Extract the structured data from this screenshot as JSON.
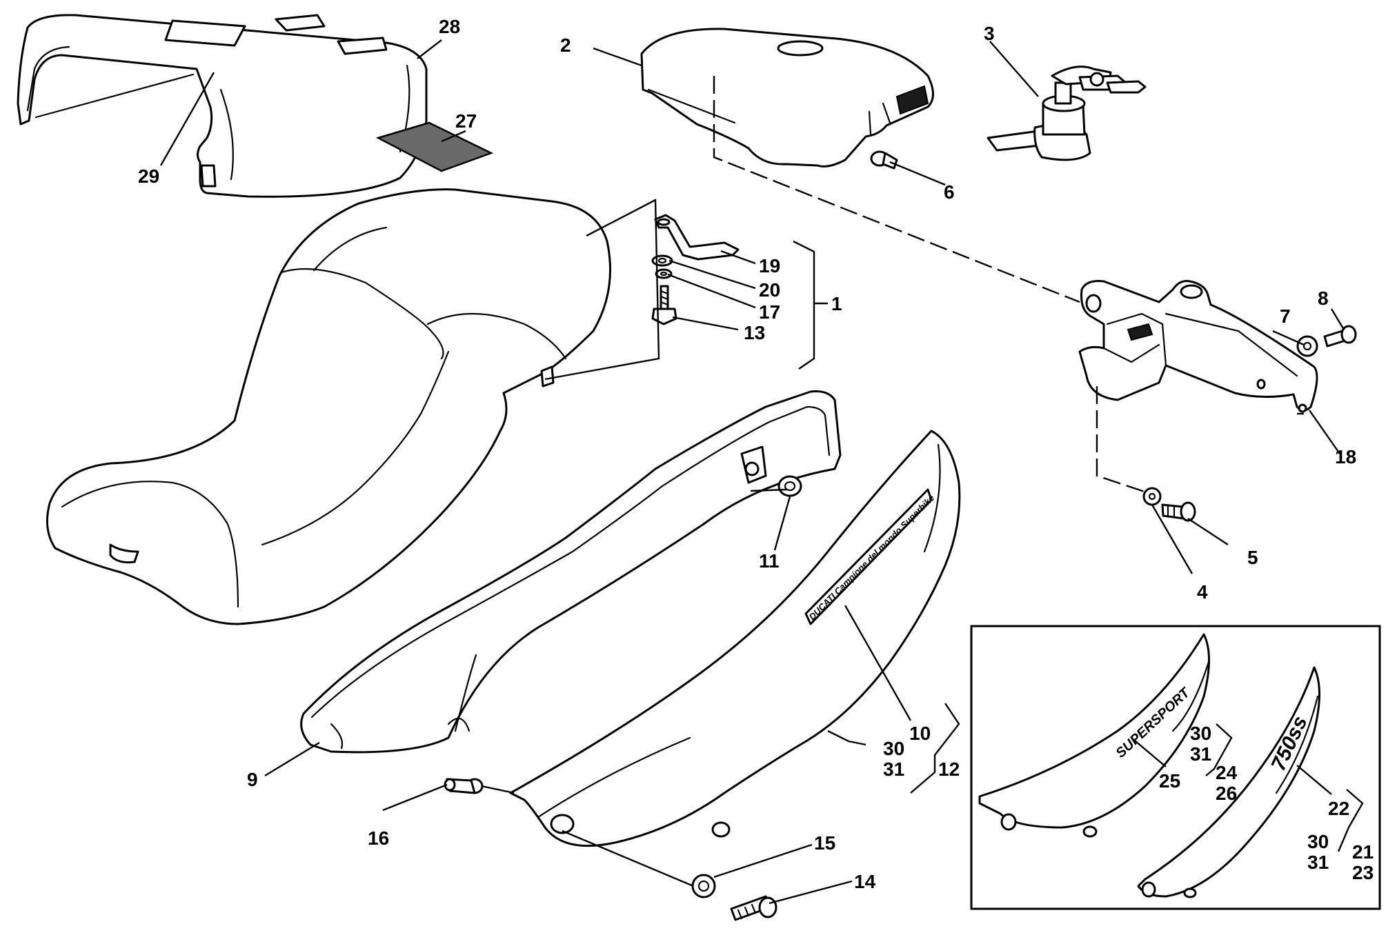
{
  "labels": {
    "l1": "1",
    "l2": "2",
    "l3": "3",
    "l4": "4",
    "l5": "5",
    "l6": "6",
    "l7": "7",
    "l8": "8",
    "l9": "9",
    "l10": "10",
    "l11": "11",
    "l12": "12",
    "l13": "13",
    "l14": "14",
    "l15": "15",
    "l16": "16",
    "l17": "17",
    "l18": "18",
    "l19": "19",
    "l20": "20",
    "l21": "21",
    "l22": "22",
    "l23": "23",
    "l24": "24",
    "l25": "25",
    "l26": "26",
    "l27": "27",
    "l28": "28",
    "l29": "29",
    "l30a": "30",
    "l31a": "31",
    "l30b": "30",
    "l31b": "31",
    "l30c": "30",
    "l31c": "31"
  },
  "decals": {
    "ducati_text": "DUCATI Campione del mondo Superbike",
    "supersport_text": "SUPERSPORT",
    "model_text": "750ss"
  }
}
